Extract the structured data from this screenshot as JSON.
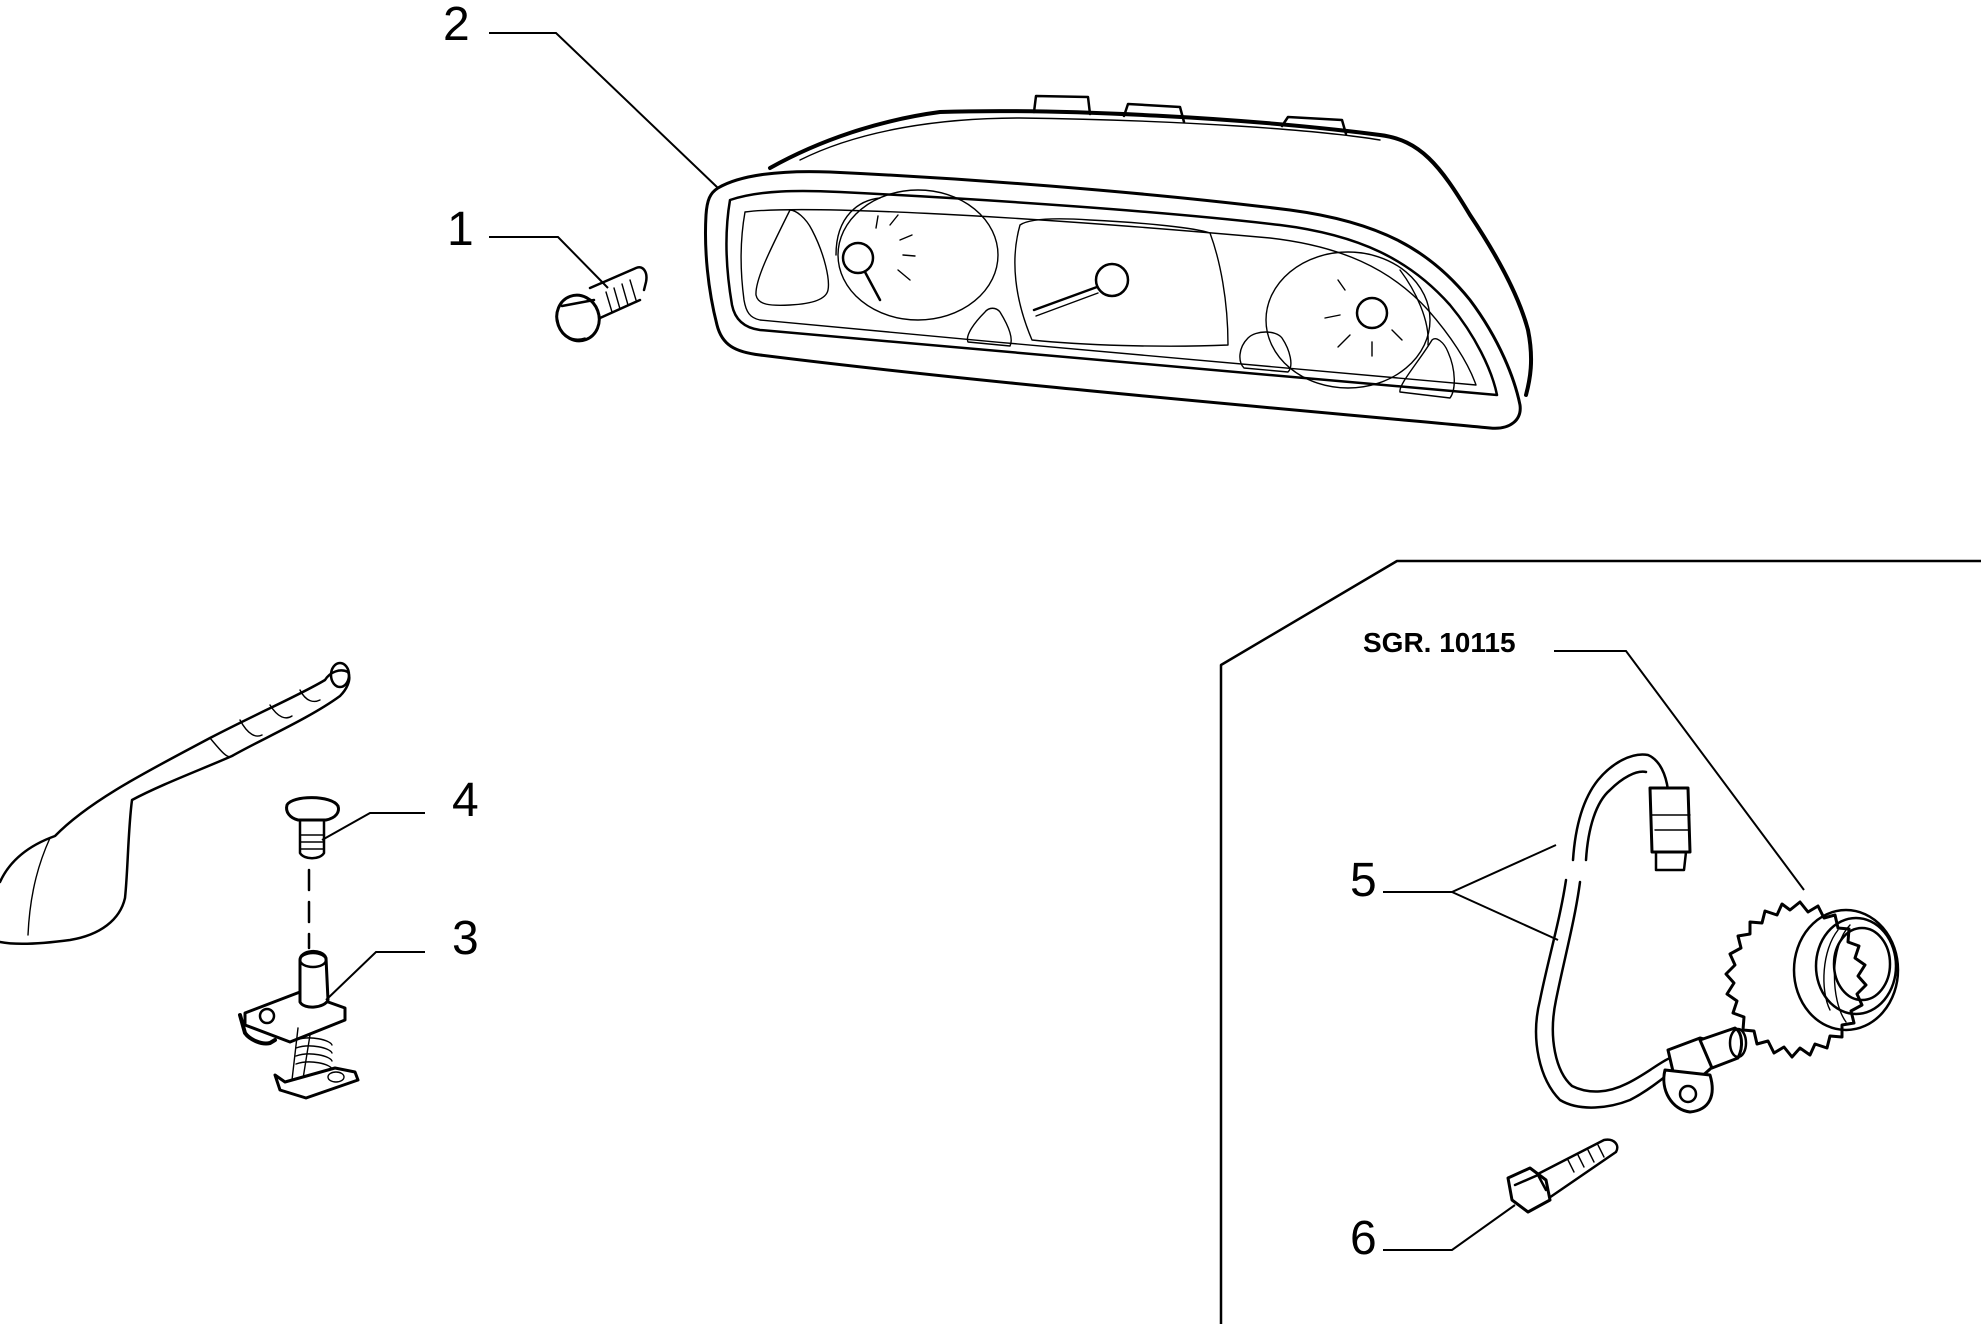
{
  "diagram": {
    "callouts": [
      "1",
      "2",
      "3",
      "4",
      "5",
      "6"
    ],
    "reference": "SGR. 10115"
  }
}
